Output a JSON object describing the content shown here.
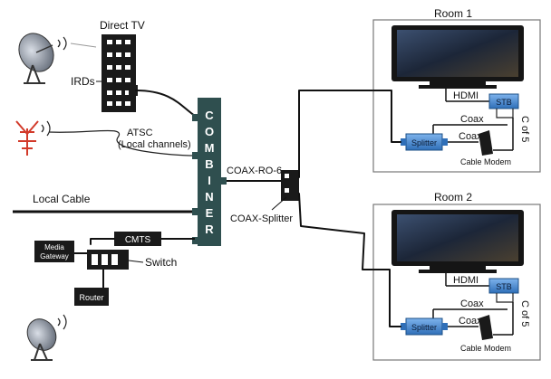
{
  "labels": {
    "direct_tv": "Direct TV",
    "irds": "IRDs",
    "atsc": "ATSC",
    "local_channels": "(Local channels)",
    "local_cable": "Local Cable",
    "combiner": [
      "C",
      "O",
      "M",
      "B",
      "I",
      "N",
      "E",
      "R"
    ],
    "coax_ro6": "COAX-RO-6",
    "coax_splitter": "COAX-Splitter",
    "cmts": "CMTS",
    "media_gateway": [
      "Media",
      "Gateway"
    ],
    "switch": "Switch",
    "router": "Router"
  },
  "rooms": [
    {
      "title": "Room 1",
      "hdmi": "HDMI",
      "stb": "STB",
      "coax_a": "Coax",
      "coax_b": "Coax",
      "cof5": "C of 5",
      "splitter": "Splitter",
      "cable_modem": "Cable Modem"
    },
    {
      "title": "Room 2",
      "hdmi": "HDMI",
      "stb": "STB",
      "coax_a": "Coax",
      "coax_b": "Coax",
      "cof5": "C of 5",
      "splitter": "Splitter",
      "cable_modem": "Cable Modem"
    }
  ],
  "colors": {
    "combiner": "#2f4f4f",
    "stb": "#4f8fd6",
    "tv_screen": "#2a3a55",
    "antenna": "#d23a2a"
  }
}
